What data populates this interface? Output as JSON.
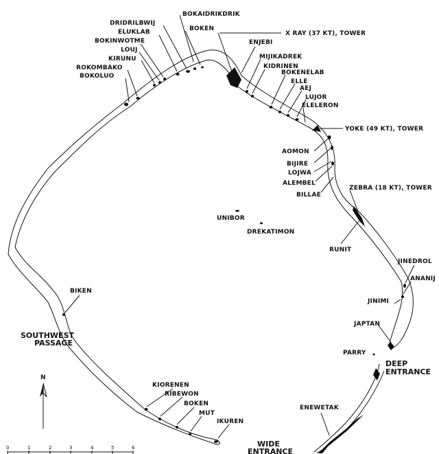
{
  "map": {
    "labels": {
      "bokaidrikdrik": "BOKAIDRIKDRIK",
      "dridrilbwij": "DRIDRILBWIJ",
      "eluklab": "ELUKLAB",
      "boken_north": "BOKEN",
      "x_ray": "X RAY (37 KT), TOWER",
      "bokinwotme": "BOKINWOTME",
      "enjebi": "ENJEBI",
      "louj": "LOUJ",
      "kirunu": "KIRUNU",
      "mijikadrek": "MIJIKADREK",
      "rokombako": "ROKOMBAKO",
      "kidrinen": "KIDRINEN",
      "bokoluo": "BOKOLUO",
      "bokenelab": "BOKENELAB",
      "elle": "ELLE",
      "aej": "AEJ",
      "lujor": "LUJOR",
      "eleleron": "ELELERON",
      "yoke": "YOKE (49 KT), TOWER",
      "aomon": "AOMON",
      "bijire": "BIJIRE",
      "lojwa": "LOJWA",
      "alembel": "ALEMBEL",
      "billae": "BILLAE",
      "zebra": "ZEBRA (18 KT), TOWER",
      "unibor": "UNIBOR",
      "drekatimon": "DREKATIMON",
      "runit": "RUNIT",
      "jinedrol": "JINEDROL",
      "ananij": "ANANIJ",
      "biken": "BIKEN",
      "jinimi": "JINIMI",
      "japtan": "JAPTAN",
      "southwest_passage_1": "SOUTHWEST",
      "southwest_passage_2": "PASSAGE",
      "parry": "PARRY",
      "deep_entrance_1": "DEEP",
      "deep_entrance_2": "ENTRANCE",
      "kiorenen": "KIORENEN",
      "ribewon": "RIBEWON",
      "boken_south": "BOKEN",
      "mut": "MUT",
      "enewetak": "ENEWETAK",
      "ikuren": "IKUREN",
      "wide_entrance_1": "WIDE",
      "wide_entrance_2": "ENTRANCE"
    },
    "north_arrow": {
      "label": "N",
      "icon": "north-arrow-icon"
    },
    "scale_bar": {
      "ticks": [
        "0",
        "1",
        "2",
        "3",
        "4",
        "5",
        "6"
      ]
    },
    "colors": {
      "ink": "#111111",
      "paper": "#ffffff"
    }
  }
}
